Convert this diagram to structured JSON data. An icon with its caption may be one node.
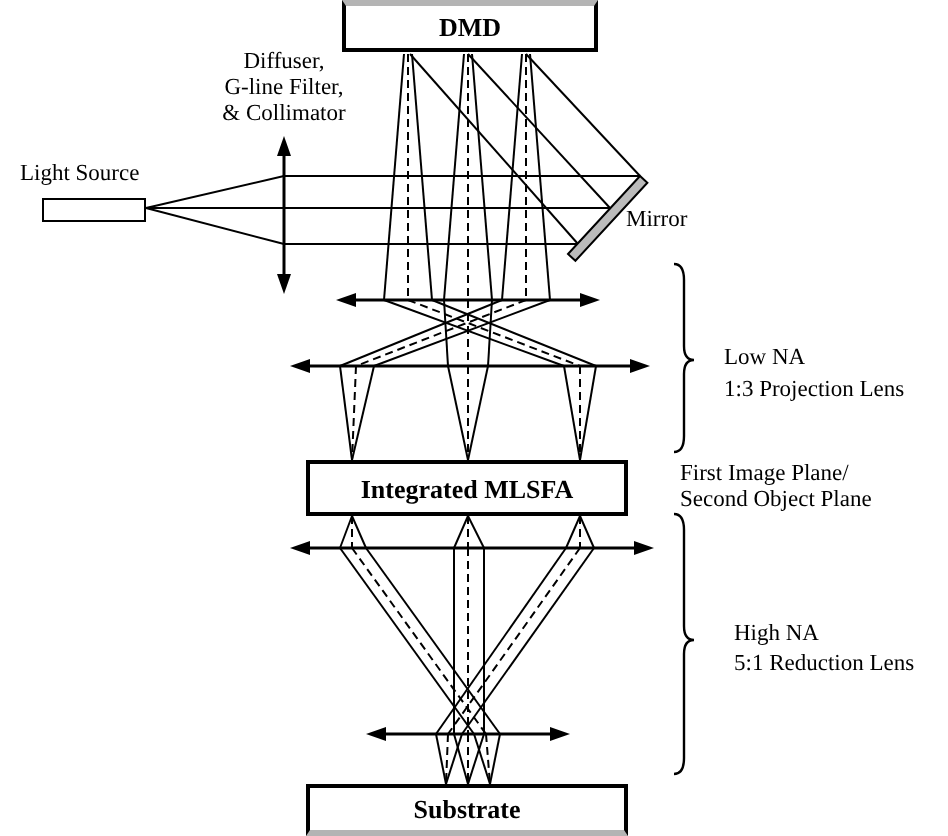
{
  "diagram": {
    "nodes": [
      {
        "text": [
          "DMD"
        ]
      },
      {
        "text": [],
        "shape": "box",
        "beside": [
          "Light Source"
        ]
      },
      {
        "text": [
          "Integrated MLSFA"
        ]
      },
      {
        "text": [
          "Substrate"
        ]
      }
    ],
    "labels": [
      "Diffuser,",
      "G-line Filter,",
      "& Collimator",
      "Mirror",
      "Low NA",
      "1:3 Projection Lens",
      "First Image Plane/ Second Object Plane",
      "High NA",
      "5:1 Reduction Lens"
    ]
  }
}
